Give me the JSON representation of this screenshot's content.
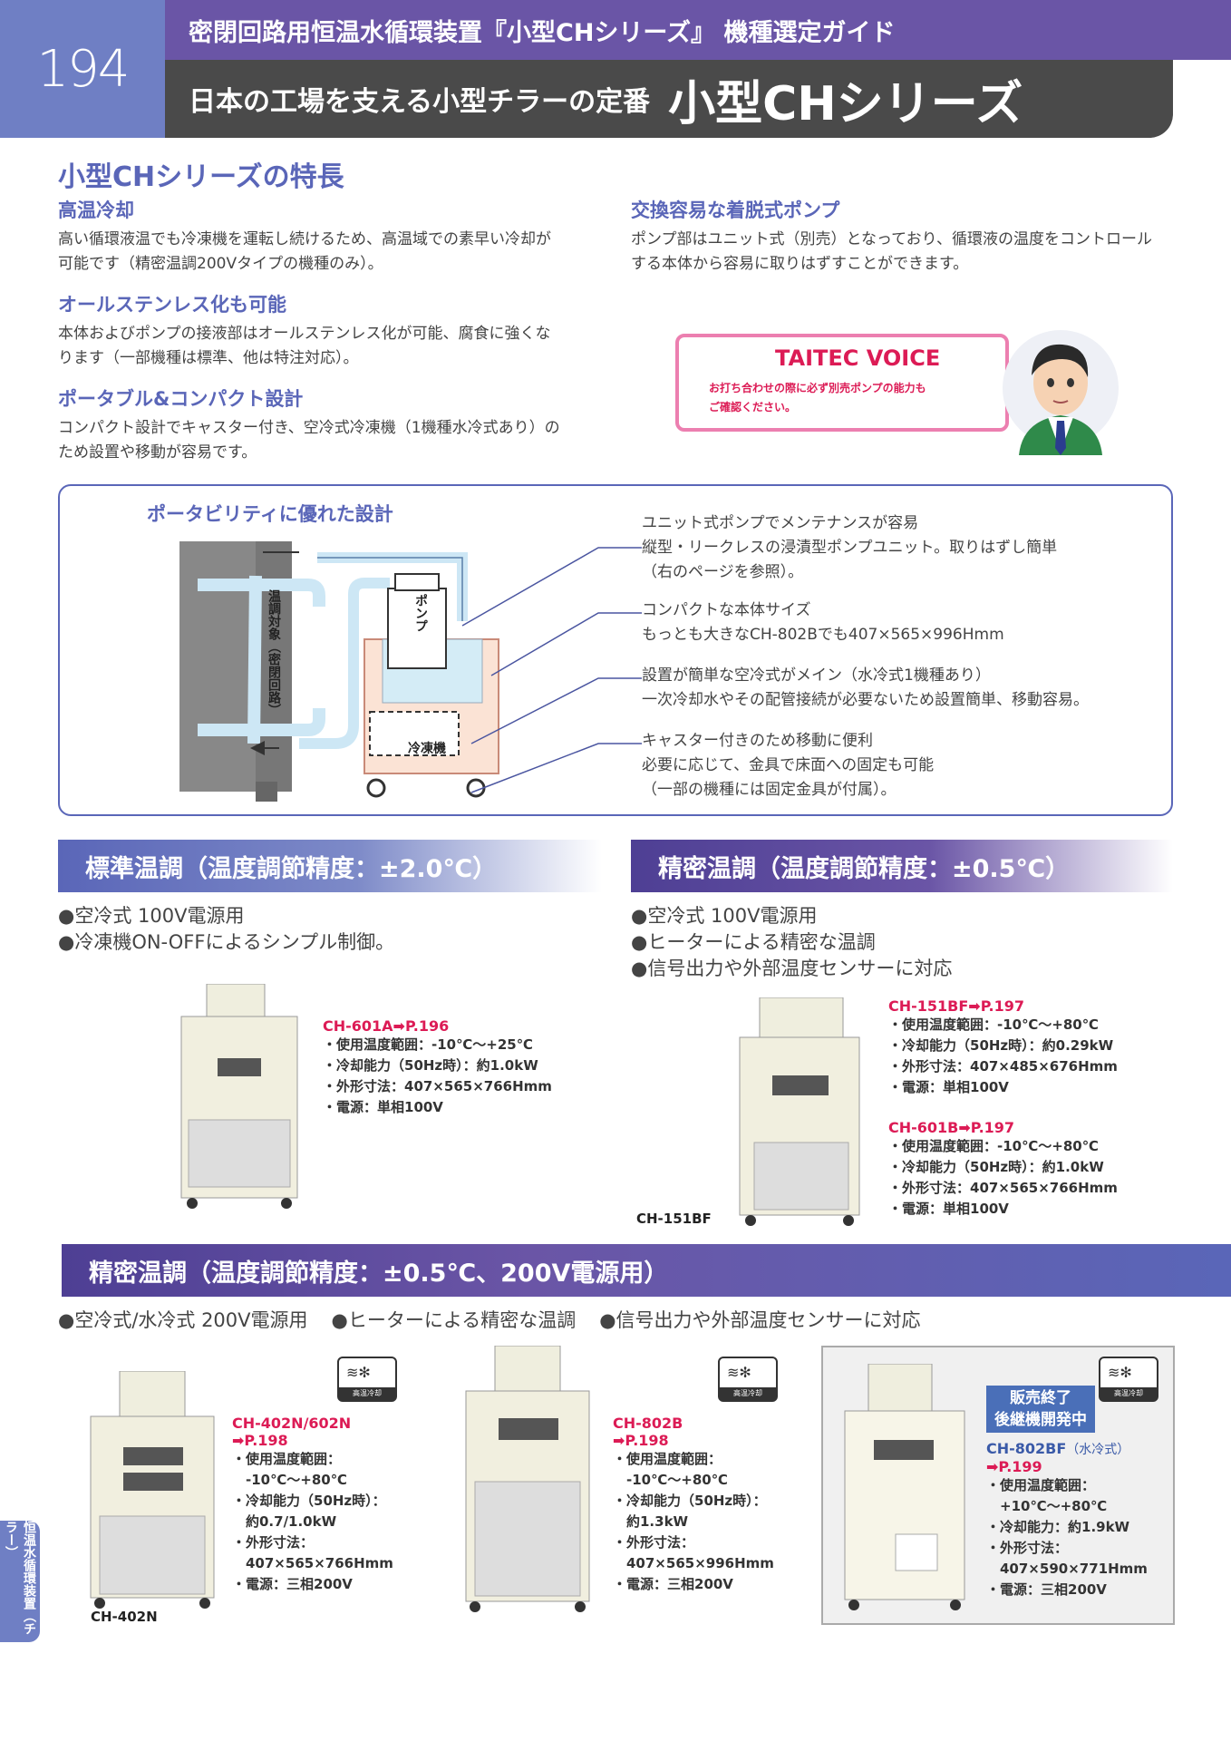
{
  "header": {
    "page_number": "194",
    "top_title": "密閉回路用恒温水循環装置『小型CHシリーズ』 機種選定ガイド",
    "subtitle": "日本の工場を支える小型チラーの定番",
    "main_title": "小型CHシリーズ"
  },
  "features": {
    "title": "小型CHシリーズの特長",
    "items": [
      {
        "heading": "高温冷却",
        "lines": [
          "高い循環液温でも冷凍機を運転し続けるため、高温域での素早い冷却が",
          "可能です（精密温調200Vタイプの機種のみ）。"
        ]
      },
      {
        "heading": "オールステンレス化も可能",
        "lines": [
          "本体およびポンプの接液部はオールステンレス化が可能、腐食に強くな",
          "ります（一部機種は標準、他は特注対応）。"
        ]
      },
      {
        "heading": "ポータブル&コンパクト設計",
        "lines": [
          "コンパクト設計でキャスター付き、空冷式冷凍機（1機種水冷式あり）の",
          "ため設置や移動が容易です。"
        ]
      },
      {
        "heading": "交換容易な着脱式ポンプ",
        "lines": [
          "ポンプ部はユニット式（別売）となっており、循環液の温度をコントロール",
          "する本体から容易に取りはずすことができます。"
        ]
      }
    ]
  },
  "voice": {
    "title": "TAITEC VOICE",
    "lines": [
      "お打ち合わせの際に必ず別売ポンプの能力も",
      "ご確認ください。"
    ]
  },
  "portability": {
    "title": "ポータビリティに優れた設計",
    "diagram_labels": {
      "target": "温調対象（密閉回路）",
      "pump": "ポンプ",
      "refrigerator": "冷凍機"
    },
    "callouts": [
      [
        "ユニット式ポンプでメンテナンスが容易",
        "縦型・リークレスの浸漬型ポンプユニット。取りはずし簡単",
        "（右のページを参照）。"
      ],
      [
        "コンパクトな本体サイズ",
        "もっとも大きなCH-802Bでも407×565×996Hmm"
      ],
      [
        "設置が簡単な空冷式がメイン（水冷式1機種あり）",
        "一次冷却水やその配管接続が必要ないため設置簡単、移動容易。"
      ],
      [
        "キャスター付きのため移動に便利",
        "必要に応じて、金具で床面への固定も可能",
        "（一部の機種には固定金具が付属）。"
      ]
    ]
  },
  "standard": {
    "title": "標準温調（温度調節精度：±2.0℃）",
    "bullets": [
      "●空冷式 100V電源用",
      "●冷凍機ON-OFFによるシンプル制御。"
    ],
    "product": {
      "name": "CH-601A➡P.196",
      "specs": [
        "・使用温度範囲：-10℃〜+25℃",
        "・冷却能力（50Hz時）：約1.0kW",
        "・外形寸法：407×565×766Hmm",
        "・電源：単相100V"
      ]
    }
  },
  "precision": {
    "title": "精密温調（温度調節精度：±0.5℃）",
    "bullets": [
      "●空冷式 100V電源用",
      "●ヒーターによる精密な温調",
      "●信号出力や外部温度センサーに対応"
    ],
    "caption": "CH-151BF",
    "products": [
      {
        "name": "CH-151BF➡P.197",
        "specs": [
          "・使用温度範囲：-10℃〜+80℃",
          "・冷却能力（50Hz時）：約0.29kW",
          "・外形寸法：407×485×676Hmm",
          "・電源：単相100V"
        ]
      },
      {
        "name": "CH-601B➡P.197",
        "specs": [
          "・使用温度範囲：-10℃〜+80℃",
          "・冷却能力（50Hz時）：約1.0kW",
          "・外形寸法：407×565×766Hmm",
          "・電源：単相100V"
        ]
      }
    ]
  },
  "precision200": {
    "title": "精密温調（温度調節精度：±0.5℃、200V電源用）",
    "bullets": [
      "●空冷式/水冷式 200V電源用",
      "●ヒーターによる精密な温調",
      "●信号出力や外部温度センサーに対応"
    ],
    "icon_label": "高温冷却",
    "products": [
      {
        "name": "CH-402N/602N",
        "page": "➡P.198",
        "caption": "CH-402N",
        "specs": [
          "・使用温度範囲：",
          "　-10℃〜+80℃",
          "・冷却能力（50Hz時）：",
          "　約0.7/1.0kW",
          "・外形寸法：",
          "　407×565×766Hmm",
          "・電源：三相200V"
        ]
      },
      {
        "name": "CH-802B",
        "page": "➡P.198",
        "specs": [
          "・使用温度範囲：",
          "　-10℃〜+80℃",
          "・冷却能力（50Hz時）：",
          "　約1.3kW",
          "・外形寸法：",
          "　407×565×996Hmm",
          "・電源：三相200V"
        ]
      },
      {
        "name": "CH-802BF",
        "name_suffix": "（水冷式）",
        "page": "➡P.199",
        "badge": [
          "販売終了",
          "後継機開発中"
        ],
        "specs": [
          "・使用温度範囲：",
          "　+10℃〜+80℃",
          "・冷却能力：約1.9kW",
          "・外形寸法：",
          "　407×590×771Hmm",
          "・電源：三相200V"
        ]
      }
    ]
  },
  "side_tab": "恒温水循環装置（チラー）",
  "colors": {
    "accent_blue": "#5a66b8",
    "accent_purple": "#6a55a6",
    "magenta": "#dc1b55",
    "dark": "#4a4a4a"
  }
}
